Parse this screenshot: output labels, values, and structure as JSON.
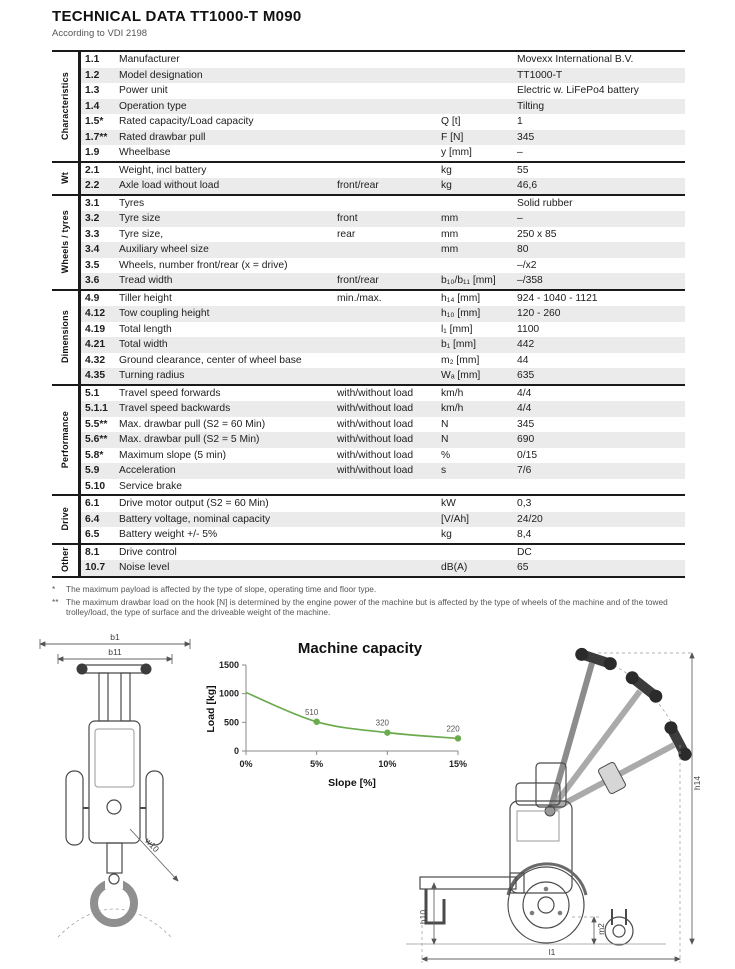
{
  "page": {
    "title": "TECHNICAL DATA TT1000-T M090",
    "subtitle": "According to VDI 2198"
  },
  "table": {
    "groups": [
      {
        "label": "Characteristics",
        "rows": [
          {
            "code": "1.1",
            "desc": "Manufacturer",
            "qual": "",
            "unit": "",
            "value": "Movexx International B.V."
          },
          {
            "code": "1.2",
            "desc": "Model designation",
            "qual": "",
            "unit": "",
            "value": "TT1000-T"
          },
          {
            "code": "1.3",
            "desc": "Power unit",
            "qual": "",
            "unit": "",
            "value": "Electric w. LiFePo4 battery"
          },
          {
            "code": "1.4",
            "desc": "Operation type",
            "qual": "",
            "unit": "",
            "value": "Tilting"
          },
          {
            "code": "1.5*",
            "desc": "Rated capacity/Load capacity",
            "qual": "",
            "unit": "Q [t]",
            "value": "1"
          },
          {
            "code": "1.7**",
            "desc": "Rated drawbar pull",
            "qual": "",
            "unit": "F [N]",
            "value": "345"
          },
          {
            "code": "1.9",
            "desc": "Wheelbase",
            "qual": "",
            "unit": "y [mm]",
            "value": "–"
          }
        ]
      },
      {
        "label": "Wt",
        "rows": [
          {
            "code": "2.1",
            "desc": "Weight, incl battery",
            "qual": "",
            "unit": "kg",
            "value": "55"
          },
          {
            "code": "2.2",
            "desc": "Axle load without load",
            "qual": "front/rear",
            "unit": "kg",
            "value": "46,6"
          }
        ]
      },
      {
        "label": "Wheels / tyres",
        "rows": [
          {
            "code": "3.1",
            "desc": "Tyres",
            "qual": "",
            "unit": "",
            "value": "Solid rubber"
          },
          {
            "code": "3.2",
            "desc": "Tyre size",
            "qual": "front",
            "unit": "mm",
            "value": "–"
          },
          {
            "code": "3.3",
            "desc": "Tyre size,",
            "qual": "rear",
            "unit": "mm",
            "value": "250 x 85"
          },
          {
            "code": "3.4",
            "desc": "Auxiliary wheel size",
            "qual": "",
            "unit": "mm",
            "value": "80"
          },
          {
            "code": "3.5",
            "desc": "Wheels, number front/rear (x = drive)",
            "qual": "",
            "unit": "",
            "value": "–/x2"
          },
          {
            "code": "3.6",
            "desc": "Tread width",
            "qual": "front/rear",
            "unit": "b₁₀/b₁₁ [mm]",
            "value": "–/358"
          }
        ]
      },
      {
        "label": "Dimensions",
        "rows": [
          {
            "code": "4.9",
            "desc": "Tiller height",
            "qual": "min./max.",
            "unit": "h₁₄ [mm]",
            "value": "924 - 1040 - 1121"
          },
          {
            "code": "4.12",
            "desc": "Tow coupling height",
            "qual": "",
            "unit": "h₁₀ [mm]",
            "value": "120 - 260"
          },
          {
            "code": "4.19",
            "desc": "Total length",
            "qual": "",
            "unit": "l₁ [mm]",
            "value": "1100"
          },
          {
            "code": "4.21",
            "desc": "Total width",
            "qual": "",
            "unit": "b₁ [mm]",
            "value": "442"
          },
          {
            "code": "4.32",
            "desc": "Ground clearance, center of wheel base",
            "qual": "",
            "unit": "m₂ [mm]",
            "value": "44"
          },
          {
            "code": "4.35",
            "desc": "Turning radius",
            "qual": "",
            "unit": "Wₐ [mm]",
            "value": "635"
          }
        ]
      },
      {
        "label": "Performance",
        "rows": [
          {
            "code": "5.1",
            "desc": "Travel speed forwards",
            "qual": "with/without load",
            "unit": "km/h",
            "value": "4/4"
          },
          {
            "code": "5.1.1",
            "desc": "Travel speed backwards",
            "qual": "with/without load",
            "unit": "km/h",
            "value": "4/4"
          },
          {
            "code": "5.5**",
            "desc": "Max. drawbar pull (S2 = 60 Min)",
            "qual": "with/without load",
            "unit": "N",
            "value": "345"
          },
          {
            "code": "5.6**",
            "desc": "Max. drawbar pull (S2 = 5 Min)",
            "qual": "with/without load",
            "unit": "N",
            "value": "690"
          },
          {
            "code": "5.8*",
            "desc": "Maximum slope (5 min)",
            "qual": "with/without load",
            "unit": "%",
            "value": "0/15"
          },
          {
            "code": "5.9",
            "desc": "Acceleration",
            "qual": "with/without load",
            "unit": "s",
            "value": "7/6"
          },
          {
            "code": "5.10",
            "desc": "Service brake",
            "qual": "",
            "unit": "",
            "value": ""
          }
        ]
      },
      {
        "label": "Drive",
        "rows": [
          {
            "code": "6.1",
            "desc": "Drive motor output (S2 = 60 Min)",
            "qual": "",
            "unit": "kW",
            "value": "0,3"
          },
          {
            "code": "6.4",
            "desc": "Battery voltage, nominal capacity",
            "qual": "",
            "unit": "[V/Ah]",
            "value": "24/20"
          },
          {
            "code": "6.5",
            "desc": "Battery weight +/- 5%",
            "qual": "",
            "unit": "kg",
            "value": "8,4"
          }
        ]
      },
      {
        "label": "Other",
        "rows": [
          {
            "code": "8.1",
            "desc": "Drive control",
            "qual": "",
            "unit": "",
            "value": "DC"
          },
          {
            "code": "10.7",
            "desc": "Noise level",
            "qual": "",
            "unit": "dB(A)",
            "value": "65"
          }
        ]
      }
    ]
  },
  "footnotes": [
    {
      "marker": "*",
      "text": "The maximum payload is affected by the type of slope, operating time and floor type."
    },
    {
      "marker": "**",
      "text": "The maximum drawbar load on the hook [N] is determined by the engine power of the machine but is affected by the type of wheels of the machine and of the towed trolley/load, the type of surface and the driveable weight of the machine."
    }
  ],
  "chart_data": {
    "type": "line",
    "title": "Machine capacity",
    "xlabel": "Slope [%]",
    "ylabel": "Load [kg]",
    "x_ticks": [
      "0%",
      "5%",
      "10%",
      "15%"
    ],
    "x": [
      0,
      5,
      10,
      15
    ],
    "values": [
      1020,
      510,
      320,
      220
    ],
    "point_labels": [
      "",
      "510",
      "320",
      "220"
    ],
    "ylim": [
      0,
      1500
    ],
    "y_ticks": [
      0,
      500,
      1000,
      1500
    ],
    "line_color": "#6aab4e",
    "grid": false,
    "legend": "none"
  },
  "drawings": {
    "front_view": {
      "labels": [
        "b1",
        "b11",
        "w10"
      ]
    },
    "side_view": {
      "labels": [
        "h14",
        "h10",
        "m2",
        "l1"
      ]
    }
  }
}
